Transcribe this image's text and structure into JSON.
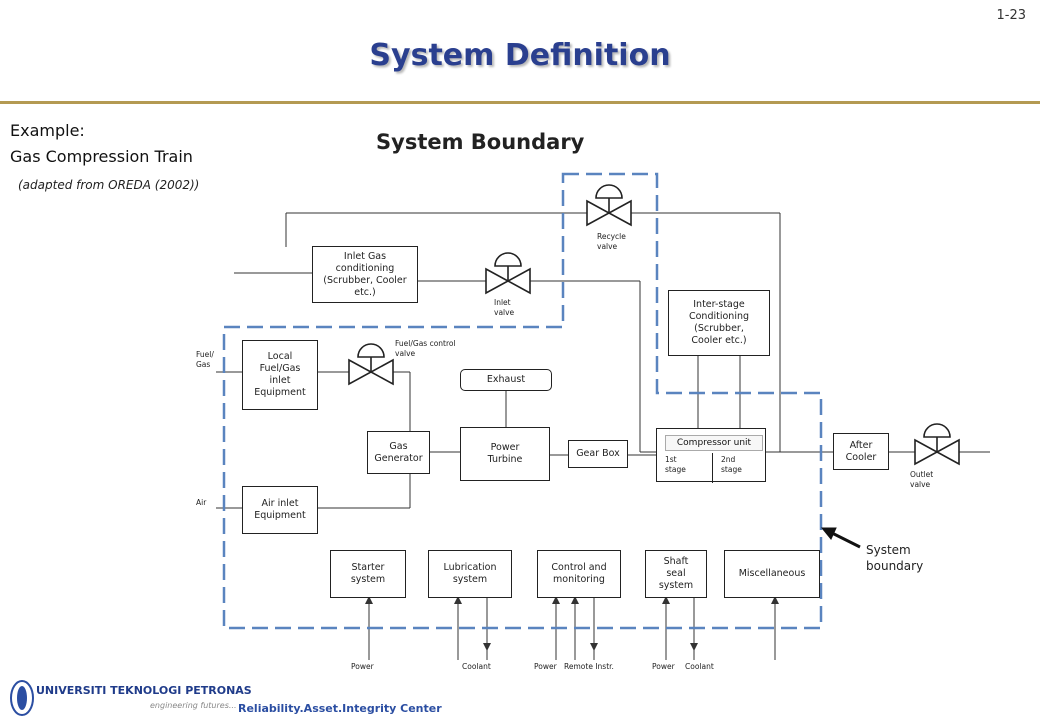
{
  "page_number": "1-23",
  "title": "System Definition",
  "example": {
    "line1": "Example:",
    "line2": "Gas Compression Train",
    "source": "(adapted from OREDA (2002))"
  },
  "diagram_heading": "System Boundary",
  "boxes": {
    "inlet_gas": "Inlet Gas\nconditioning\n(Scrubber, Cooler\netc.)",
    "interstage": "Inter-stage\nConditioning\n(Scrubber,\nCooler etc.)",
    "local_fuel": "Local\nFuel/Gas\ninlet\nEquipment",
    "exhaust": "Exhaust",
    "gas_generator": "Gas\nGenerator",
    "power_turbine": "Power\nTurbine",
    "gear_box": "Gear Box",
    "compressor_unit": "Compressor unit",
    "stage1": "1st\nstage",
    "stage2": "2nd\nstage",
    "after_cooler": "After\nCooler",
    "air_inlet": "Air inlet\nEquipment",
    "starter": "Starter\nsystem",
    "lubrication": "Lubrication\nsystem",
    "control": "Control and\nmonitoring",
    "shaft_seal": "Shaft\nseal\nsystem",
    "misc": "Miscellaneous"
  },
  "valves": {
    "recycle": "Recycle\nvalve",
    "inlet": "Inlet\nvalve",
    "fuel_control": "Fuel/Gas control\nvalve",
    "outlet": "Outlet\nvalve"
  },
  "inputs": {
    "fuel_gas": "Fuel/\nGas",
    "air": "Air"
  },
  "bottom_labels": {
    "power1": "Power",
    "coolant1": "Coolant",
    "power2": "Power",
    "remote": "Remote Instr.",
    "power3": "Power",
    "coolant2": "Coolant"
  },
  "system_boundary_label": "System\nboundary",
  "footer": {
    "university": "UNIVERSITI TEKNOLOGI PETRONAS",
    "tagline": "engineering futures...",
    "center_text": "Reliability.Asset.Integrity Center"
  },
  "colors": {
    "title": "#2a3f8f",
    "rule": "#b49a52",
    "boundary": "#5a84bf"
  }
}
